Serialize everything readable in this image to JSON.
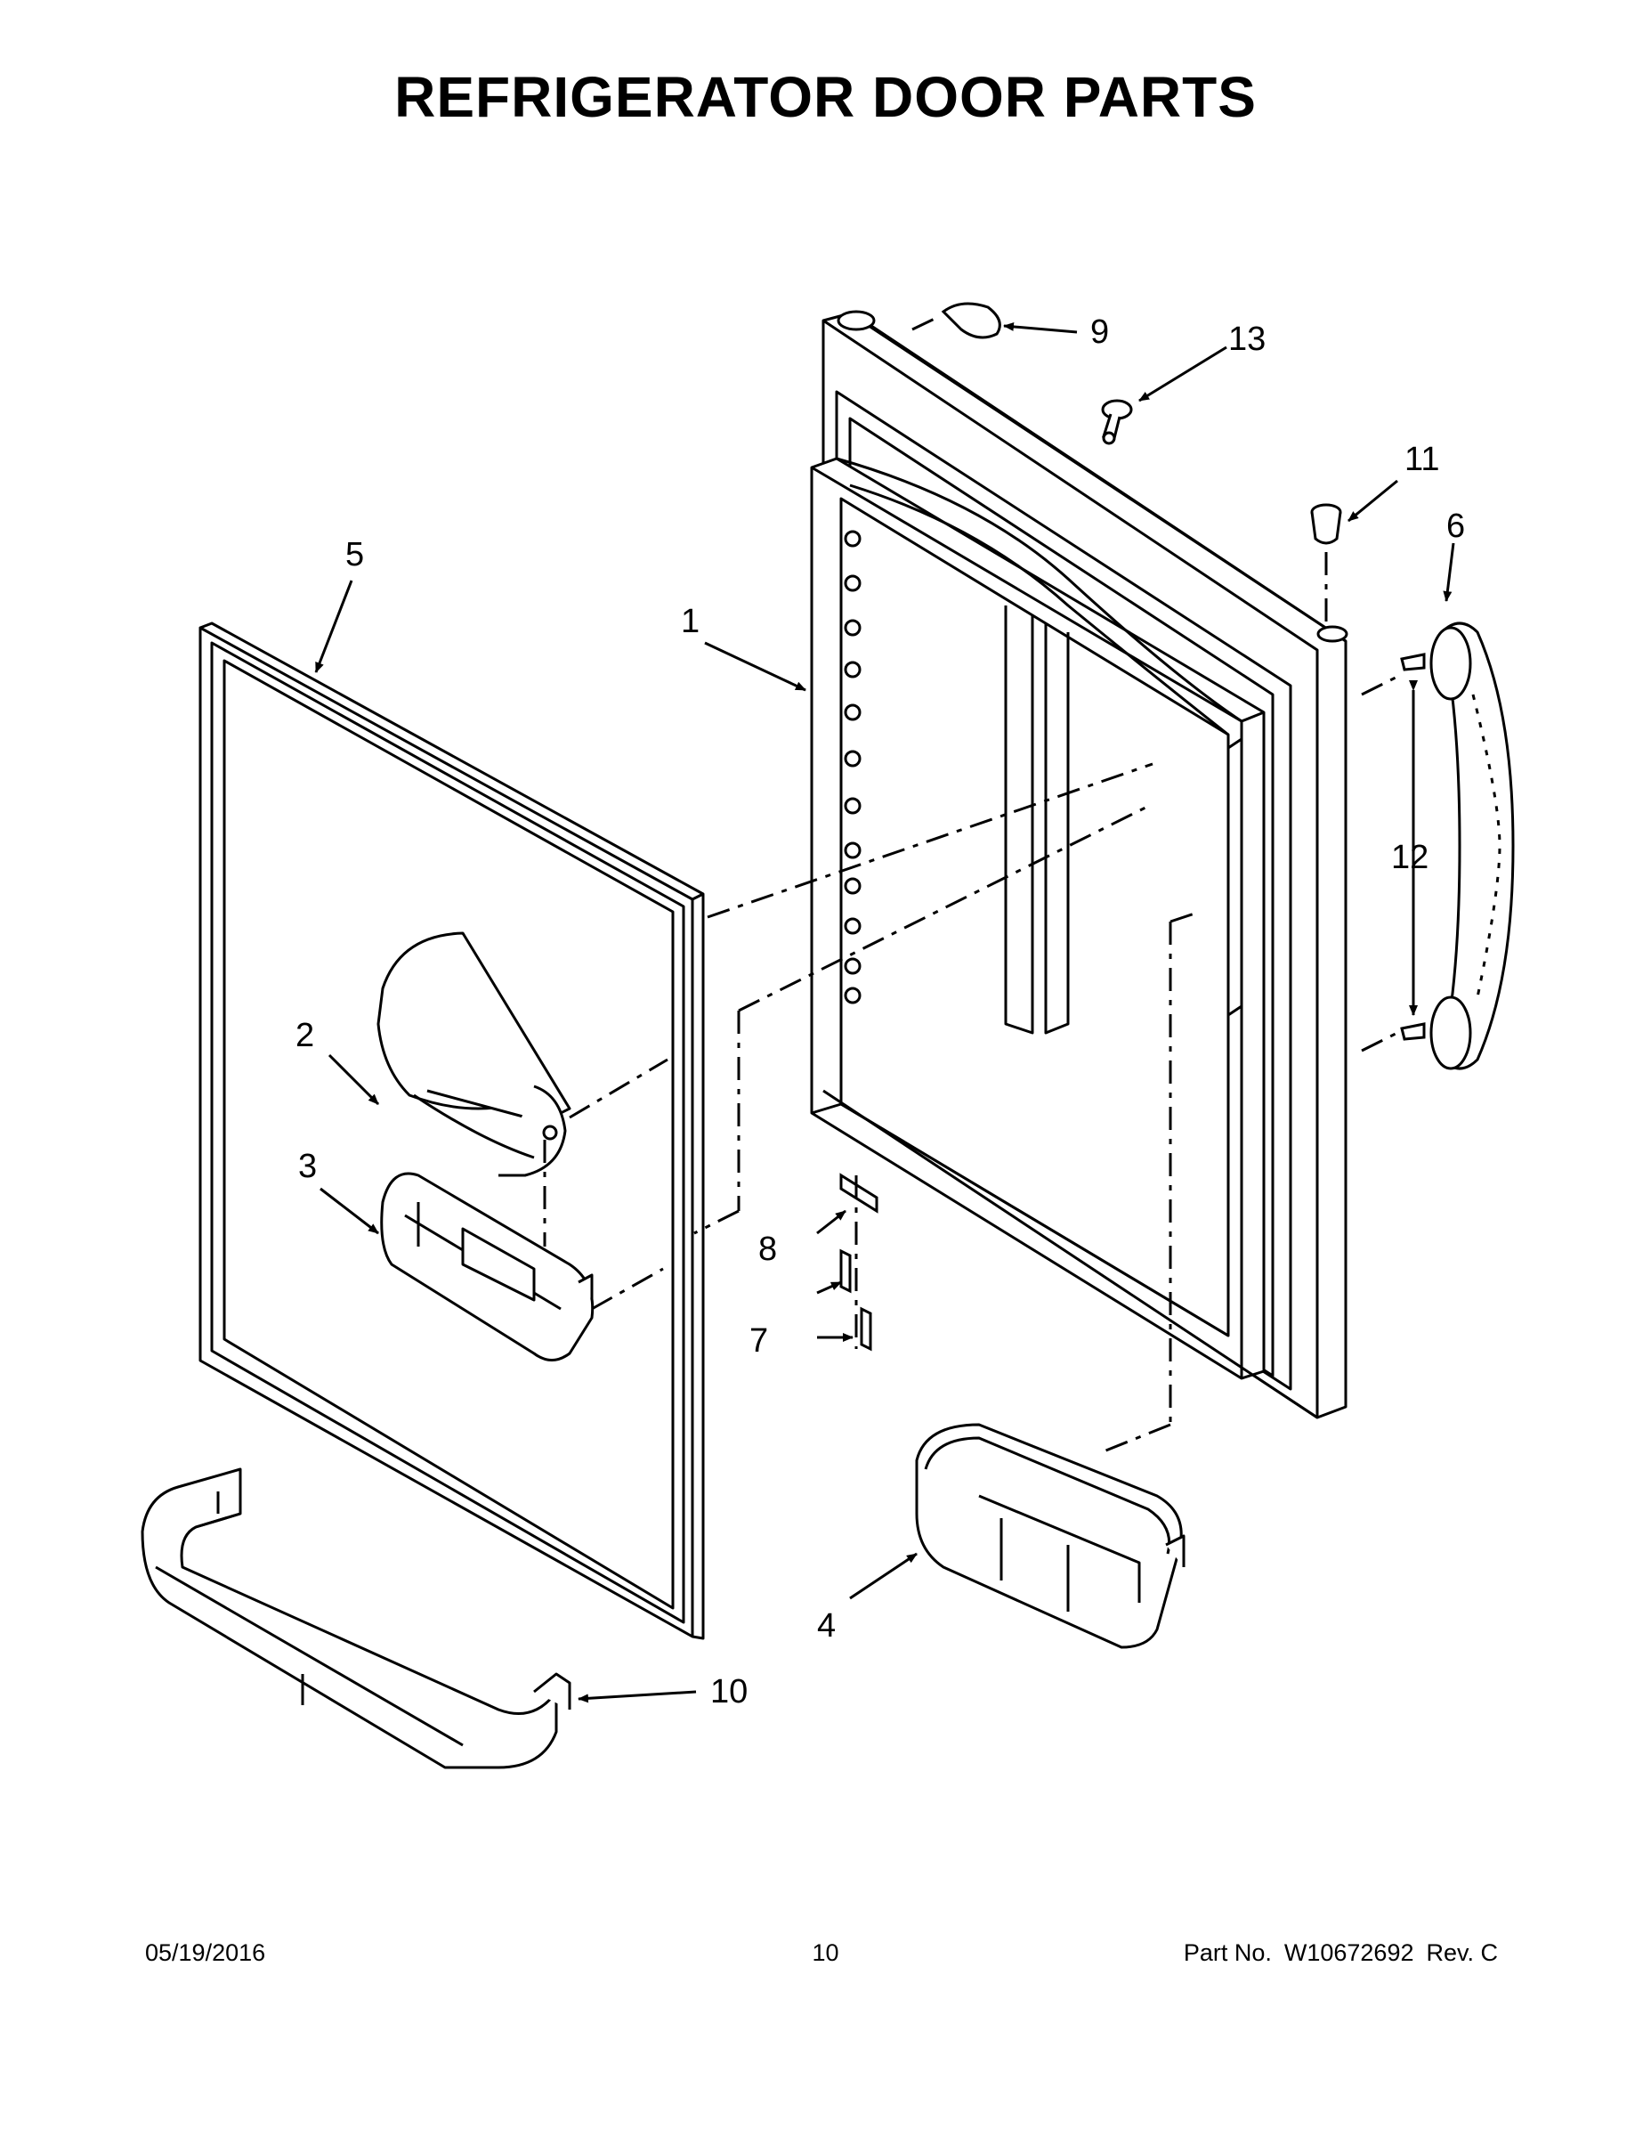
{
  "title": "REFRIGERATOR DOOR PARTS",
  "callouts": {
    "c1": "1",
    "c2": "2",
    "c3": "3",
    "c4": "4",
    "c5": "5",
    "c6": "6",
    "c7": "7",
    "c8": "8",
    "c9": "9",
    "c10": "10",
    "c11": "11",
    "c12": "12",
    "c13": "13"
  },
  "footer": {
    "date": "05/19/2016",
    "page_number": "10",
    "part_no_label": "Part No.",
    "part_no_value": "W10672692",
    "revision": "Rev.  C"
  }
}
